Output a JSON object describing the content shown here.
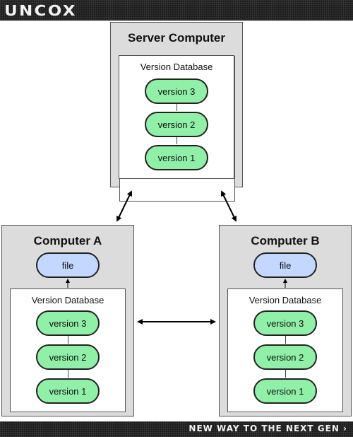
{
  "header": {
    "logo_text": "UNCOX"
  },
  "footer": {
    "tagline": "NEW WAY TO THE NEXT GEN ›"
  },
  "server": {
    "title": "Server Computer",
    "db_label": "Version Database",
    "versions": [
      "version 3",
      "version 2",
      "version 1"
    ]
  },
  "computer_a": {
    "title": "Computer A",
    "file_label": "file",
    "db_label": "Version Database",
    "versions": [
      "version 3",
      "version 2",
      "version 1"
    ]
  },
  "computer_b": {
    "title": "Computer B",
    "file_label": "file",
    "db_label": "Version Database",
    "versions": [
      "version 3",
      "version 2",
      "version 1"
    ]
  },
  "colors": {
    "version_fill": "#90f0a8",
    "file_fill": "#c4d8ff",
    "computer_fill": "#dcdcdc",
    "bar_fill": "#1c1c1c"
  }
}
